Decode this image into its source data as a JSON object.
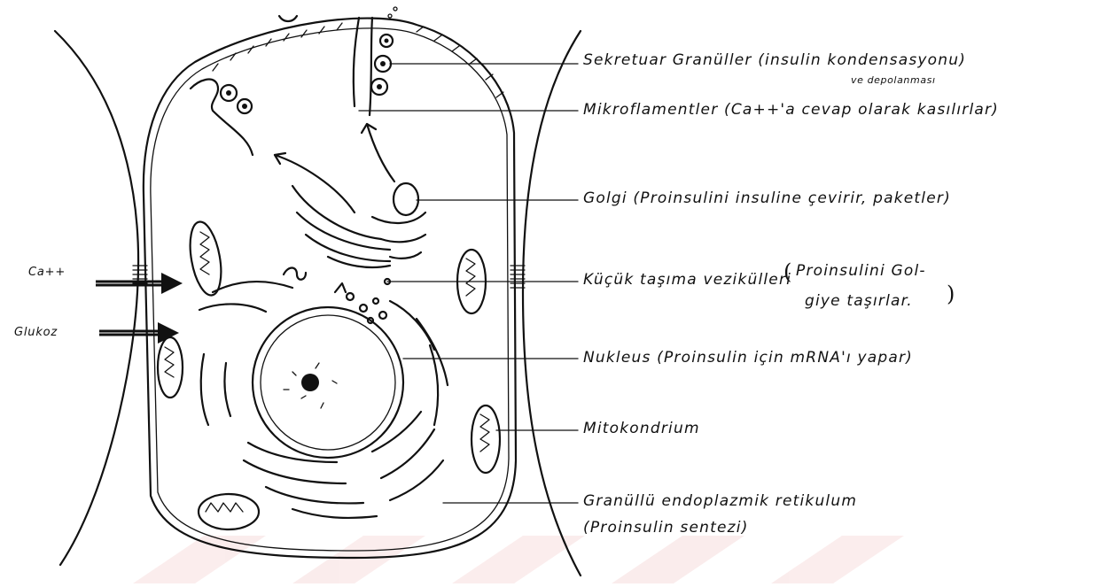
{
  "colors": {
    "ink": "#111111",
    "background": "#ffffff",
    "watermark": "#f7e3e3"
  },
  "labels": {
    "sekretuar": "Sekretuar Granüller (insulin kondensasyonu)",
    "sekretuar_sub": "ve depolanması",
    "mikroflamentler": "Mikroflamentler (Ca++'a cevap olarak kasılırlar)",
    "golgi": "Golgi (Proinsulini insuline çevirir, paketler)",
    "kucuk_tasima_a": "Küçük taşıma vezikülleri",
    "kucuk_tasima_b": "Proinsulini Gol-",
    "kucuk_tasima_c": "giye taşırlar.",
    "nukleus": "Nukleus (Proinsulin için mRNA'ı yapar)",
    "mitokondrium": "Mitokondrium",
    "granullu_er_a": "Granüllü endoplazmik retikulum",
    "granullu_er_b": "(Proinsulin sentezi)"
  },
  "inputs": {
    "ca": "Ca++",
    "glukoz": "Glukoz"
  }
}
